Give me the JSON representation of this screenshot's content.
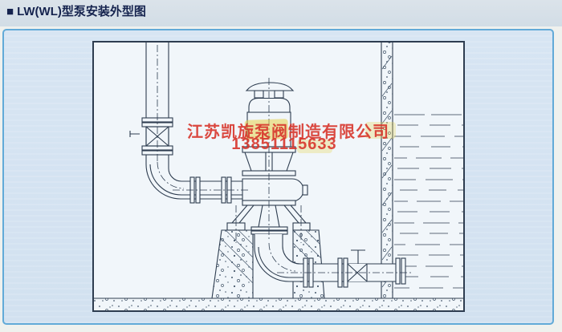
{
  "header": {
    "bullet": "■",
    "title": "LW(WL)型泵安装外型图"
  },
  "watermark": {
    "company": "江苏凯旋泵阀制造有限公司",
    "phone": "13851115633"
  },
  "colors": {
    "page_bg": "#eff1ee",
    "header_bg": "#d5dfe7",
    "header_text": "#15234e",
    "panel_bg": "#d5e4f1",
    "panel_border": "#62aad8",
    "paper": "#f1f6fa",
    "ink": "#2e3d50",
    "red": "#d8362c",
    "yellow": "#e6d14d"
  }
}
